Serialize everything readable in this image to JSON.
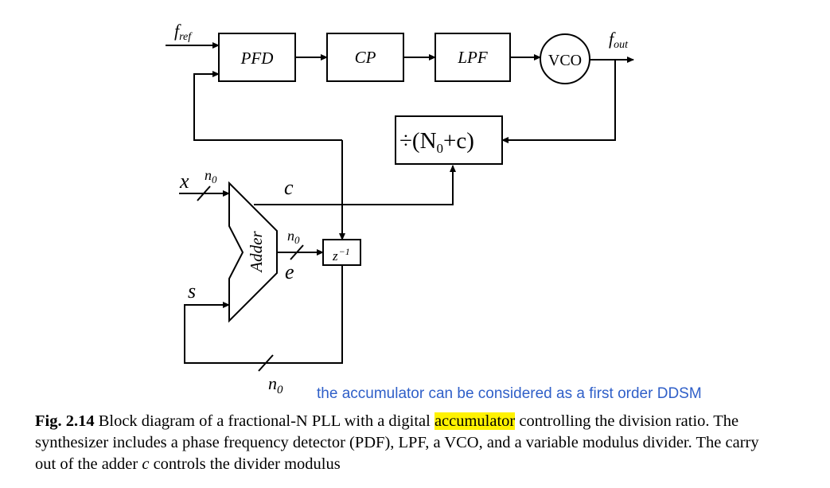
{
  "diagram": {
    "blocks": {
      "pfd": "PFD",
      "cp": "CP",
      "lpf": "LPF",
      "vco": "VCO",
      "divider_prefix": "÷(N",
      "divider_sub": "0",
      "divider_suffix": "+c)",
      "adder": "Adder",
      "delay": "z",
      "delay_sup": "−1"
    },
    "signals": {
      "fref": "f",
      "fref_sub": "ref",
      "fout": "f",
      "fout_sub": "out",
      "x": "x",
      "s": "s",
      "c": "c",
      "e": "e",
      "n": "n",
      "n_sub": "0"
    }
  },
  "note": "the accumulator can be considered as a first order DDSM",
  "caption": {
    "fig_label": "Fig. 2.14",
    "text_before": "Block diagram of a fractional-N PLL with a digital",
    "highlight": "accumulator",
    "text_after": "controlling the division ratio. The synthesizer includes a phase frequency detector (PDF), LPF, a VCO, and a variable modulus divider. The carry out of the adder",
    "var": "c",
    "text_end": "controls the divider modulus"
  }
}
